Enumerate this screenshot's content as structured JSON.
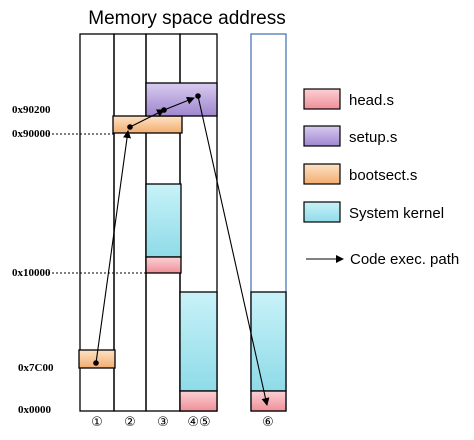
{
  "title": "Memory space address",
  "address_labels": [
    "0x90200",
    "0x90000",
    "0x10000",
    "0x7C00",
    "0x0000"
  ],
  "stage_labels": [
    "①",
    "②",
    "③",
    "④⑤",
    "⑥"
  ],
  "legend": {
    "head": "head.s",
    "setup": "setup.s",
    "bootsect": "bootsect.s",
    "kernel": "System kernel",
    "path": "Code exec. path"
  },
  "colors": {
    "head": "#f4a3aa",
    "setup": "#b9a6dd",
    "bootsect": "#f8c99b",
    "kernel": "#a9e7f1",
    "kernel_column_border": "#4a78b5"
  }
}
